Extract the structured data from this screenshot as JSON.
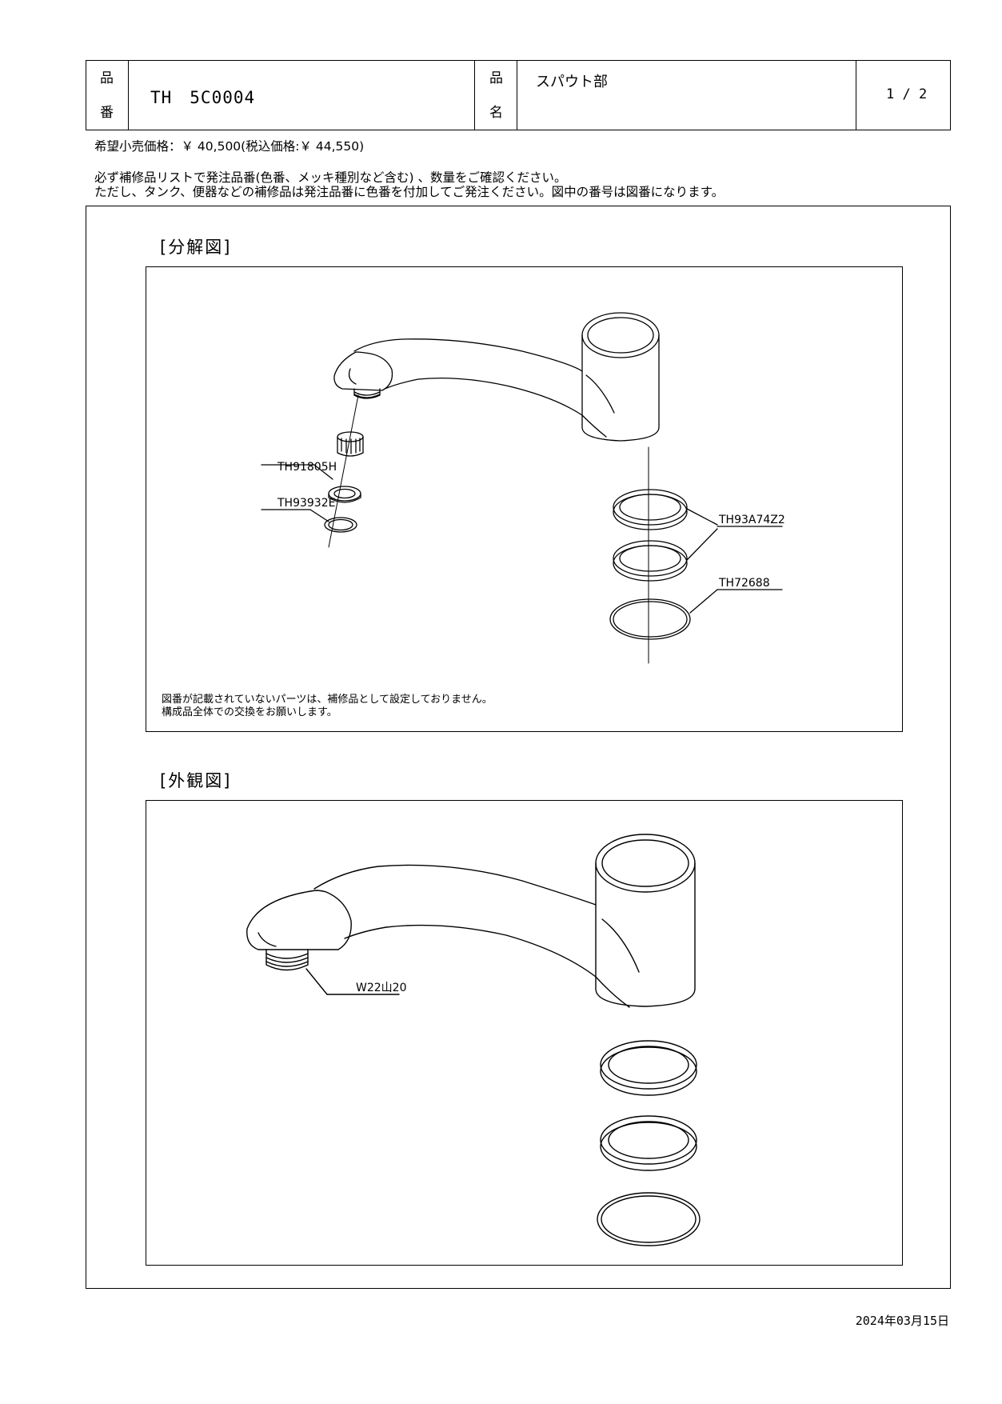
{
  "header": {
    "hinban_label_1": "品",
    "hinban_label_2": "番",
    "product_code": "TH　5C0004",
    "hinmei_label_1": "品",
    "hinmei_label_2": "名",
    "product_name": "スパウト部",
    "page": "1 / 2"
  },
  "price_line": "希望小売価格：￥ 40,500(税込価格:￥ 44,550)",
  "instructions": [
    "必ず補修品リストで発注品番(色番、メッキ種別など含む) 、数量をご確認ください。",
    "ただし、タンク、便器などの補修品は発注品番に色番を付加してご発注ください。図中の番号は図番になります。"
  ],
  "exploded_view": {
    "title": "[分解図]",
    "labels": {
      "aerator": "TH91805H",
      "gasket": "TH93932E",
      "seal_rings": "TH93A74Z2",
      "o_ring": "TH72688"
    },
    "note_lines": [
      "図番が記載されていないパーツは、補修品として設定しておりません。",
      "構成品全体での交換をお願いします。"
    ]
  },
  "exterior_view": {
    "title": "[外観図]",
    "labels": {
      "thread": "W22山20"
    }
  },
  "footer": {
    "date": "2024年03月15日"
  }
}
